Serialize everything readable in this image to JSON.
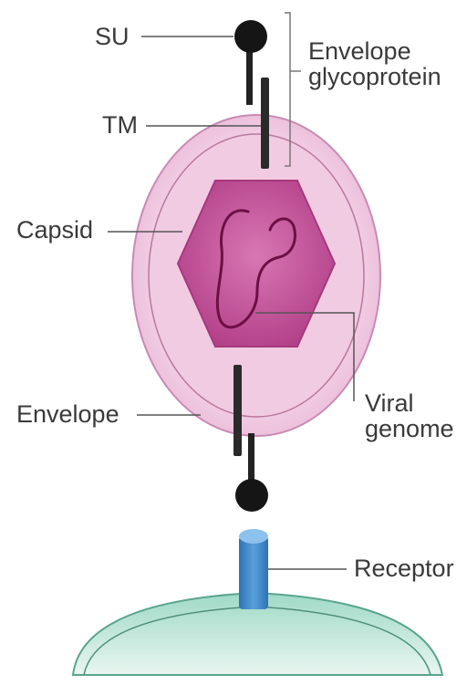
{
  "labels": {
    "su": "SU",
    "tm": "TM",
    "capsid": "Capsid",
    "envelope": "Envelope",
    "envelope_glycoprotein_line1": "Envelope",
    "envelope_glycoprotein_line2": "glycoprotein",
    "viral_genome_line1": "Viral",
    "viral_genome_line2": "genome",
    "receptor": "Receptor"
  },
  "colors": {
    "envelope_outer": "#f3cfe6",
    "envelope_inner": "#eec2de",
    "capsid": "#c24f96",
    "capsid_dark": "#a6387c",
    "genome": "#6d0f45",
    "glycoprotein": "#222222",
    "receptor": "#3f87c8",
    "cell": "#bfe6d9",
    "leader_line": "#555555"
  }
}
